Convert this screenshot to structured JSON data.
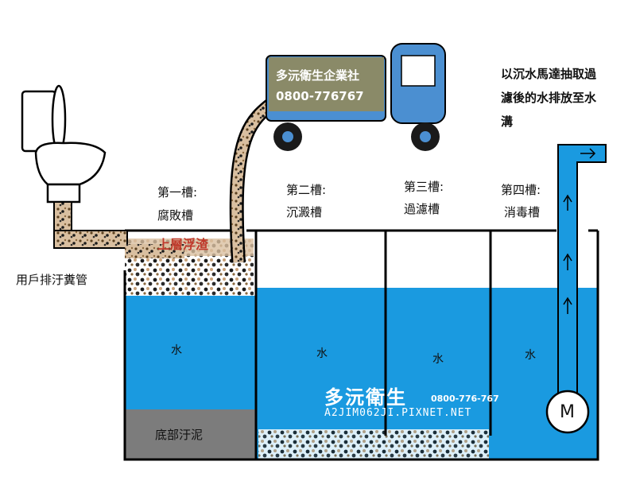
{
  "truck": {
    "company": "多沅衛生企業社",
    "phone": "0800-776767"
  },
  "right_note": {
    "line1": "以沉水馬達抽取過",
    "line2": "濾後的水排放至水",
    "line3": "溝"
  },
  "chambers": [
    {
      "label_line1": "第一槽:",
      "label_line2": "腐敗槽",
      "water": "水"
    },
    {
      "label_line1": "第二槽:",
      "label_line2": "沉澱槽",
      "water": "水"
    },
    {
      "label_line1": "第三槽:",
      "label_line2": "過濾槽",
      "water": "水"
    },
    {
      "label_line1": "第四槽:",
      "label_line2": "消毒槽",
      "water": "水"
    }
  ],
  "scum_label": "上層浮渣",
  "sludge_label": "底部汙泥",
  "pipe_label": "用戶排汙糞管",
  "motor_label": "M",
  "watermark": {
    "brand": "多沅衛生",
    "phone": "0800-776-767",
    "url": "A2JIM062JI.PIXNET.NET"
  },
  "colors": {
    "water": "#1a9ae0",
    "truck_body": "#4b8fd1",
    "truck_sign": "#8a8a68",
    "sludge": "#7c7c7c",
    "scum": "#c9a27a",
    "tank_outline": "#000000"
  }
}
